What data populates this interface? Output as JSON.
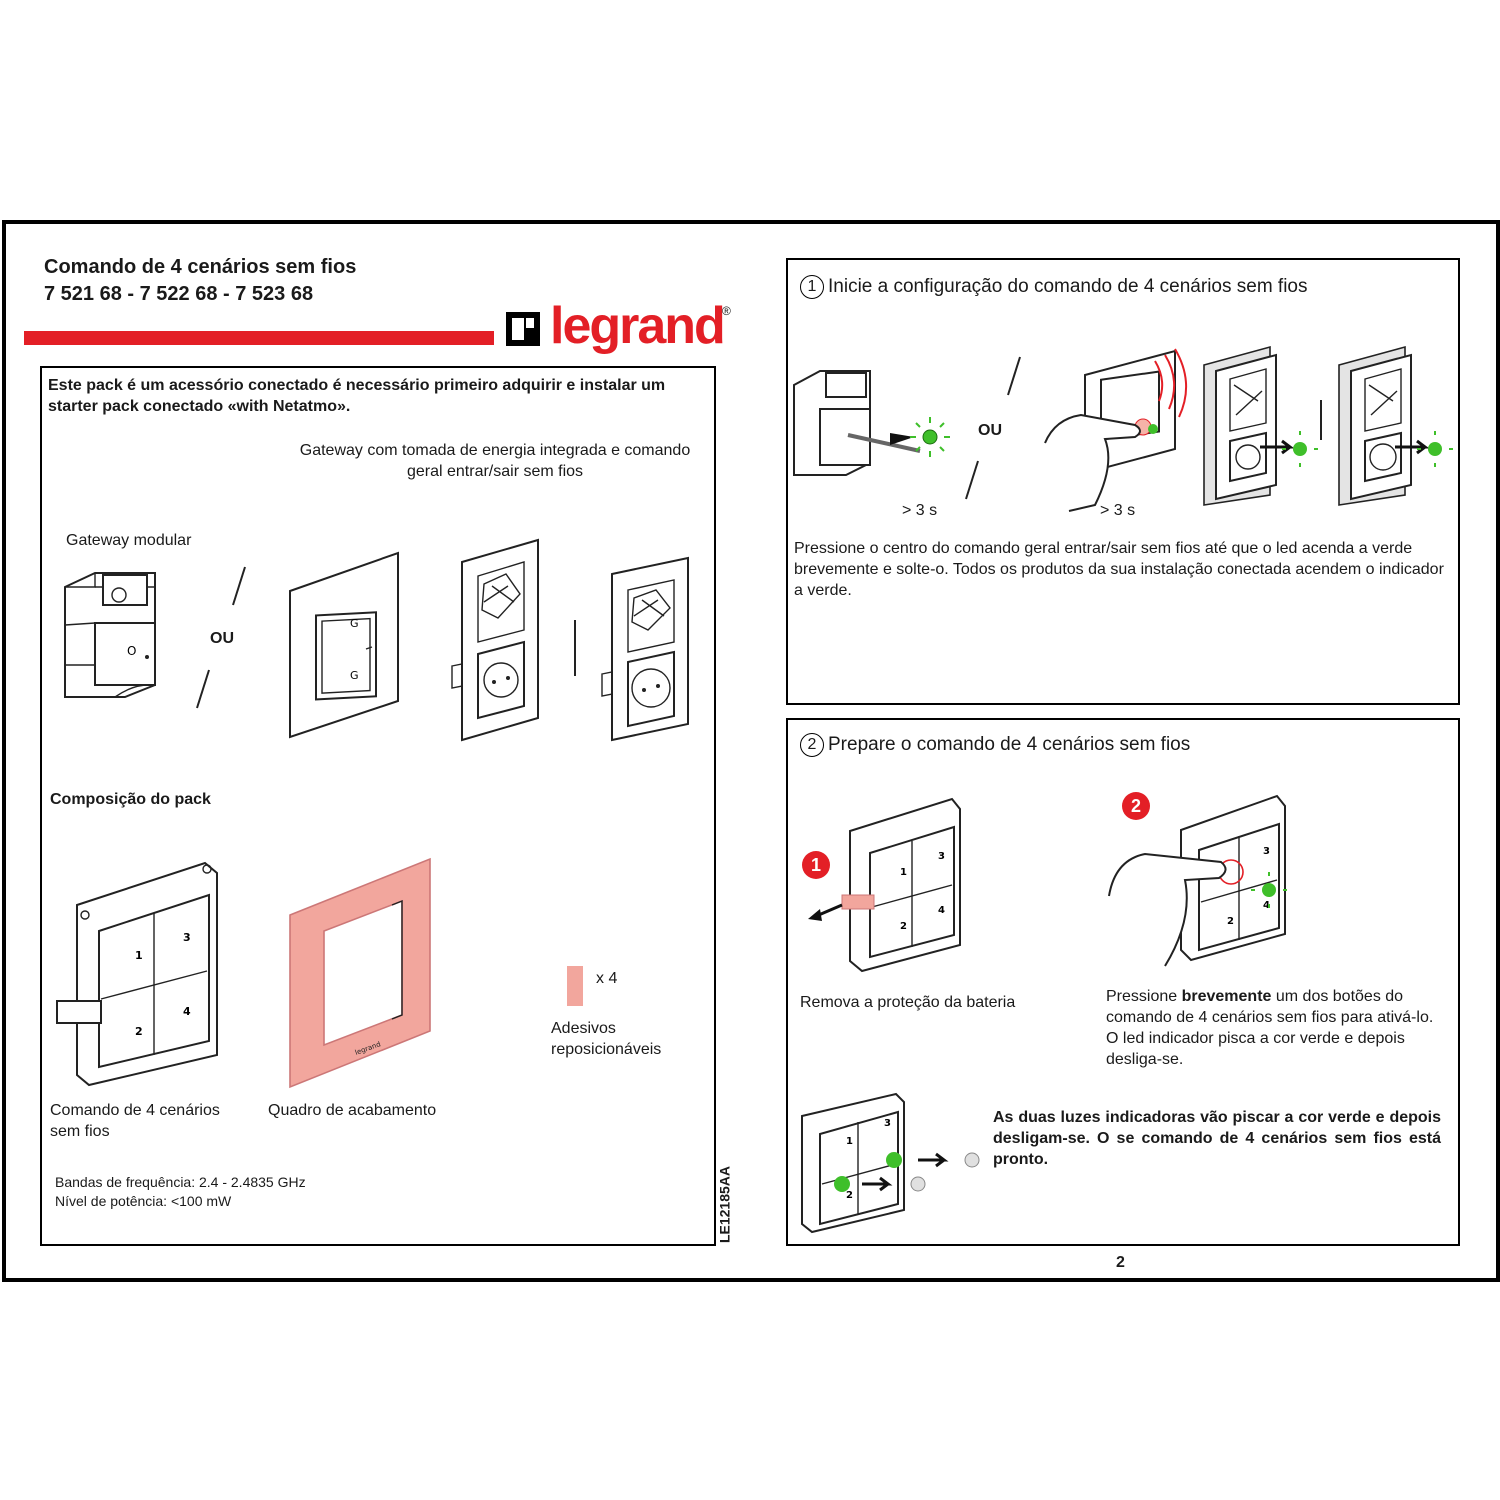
{
  "header": {
    "title_line1": "Comando de 4 cenários sem fios",
    "title_line2": "7 521 68 - 7 522 68 - 7 523 68",
    "brand": "legrand",
    "brand_mark": "®",
    "accent_color": "#e31f26"
  },
  "left_panel": {
    "intro": "Este pack é um acessório conectado é necessário primeiro adquirir e instalar um starter pack conectado «with Netatmo».",
    "gateway_caption": "Gateway com tomada de energia integrada e comando geral entrar/sair sem fios",
    "gateway_modular": "Gateway modular",
    "or_label": "OU",
    "composition_title": "Composição do pack",
    "item_command": "Comando de 4 cenários sem fios",
    "item_frame": "Quadro de acabamento",
    "stickers_qty": "x 4",
    "stickers_label": "Adesivos reposicionáveis",
    "frequency": "Bandas de frequência: 2.4 - 2.4835 GHz",
    "power": "Nível de potência: <100 mW",
    "doc_code": "LE12185AA",
    "button_numbers": [
      "1",
      "2",
      "3",
      "4"
    ]
  },
  "step1": {
    "number": "1",
    "title": "Inicie a configuração do comando de 4 cenários sem fios",
    "or_label": "OU",
    "duration_1": "> 3 s",
    "duration_2": "> 3 s",
    "text": "Pressione o centro do comando geral entrar/sair sem fios até que o led acenda a verde brevemente e solte-o. Todos os produtos da sua instalação conectada acendem o indicador a verde."
  },
  "step2": {
    "number": "2",
    "title": "Prepare o comando de 4 cenários sem fios",
    "badge_1": "1",
    "badge_2": "2",
    "remove_text": "Remova a proteção da bateria",
    "press_before": "Pressione ",
    "press_bold": "brevemente",
    "press_after": " um dos botões do comando de 4 cenários sem fios para ativá-lo. O led indicador pisca a cor verde e depois desliga-se.",
    "ready_text": "As duas luzes indicadoras vão piscar a cor verde e depois desligam-se. O se comando de 4 cenários sem fios está pronto."
  },
  "page_number": "2",
  "colors": {
    "led_green": "#3fbf2a",
    "frame_pink": "#f2a69d"
  }
}
